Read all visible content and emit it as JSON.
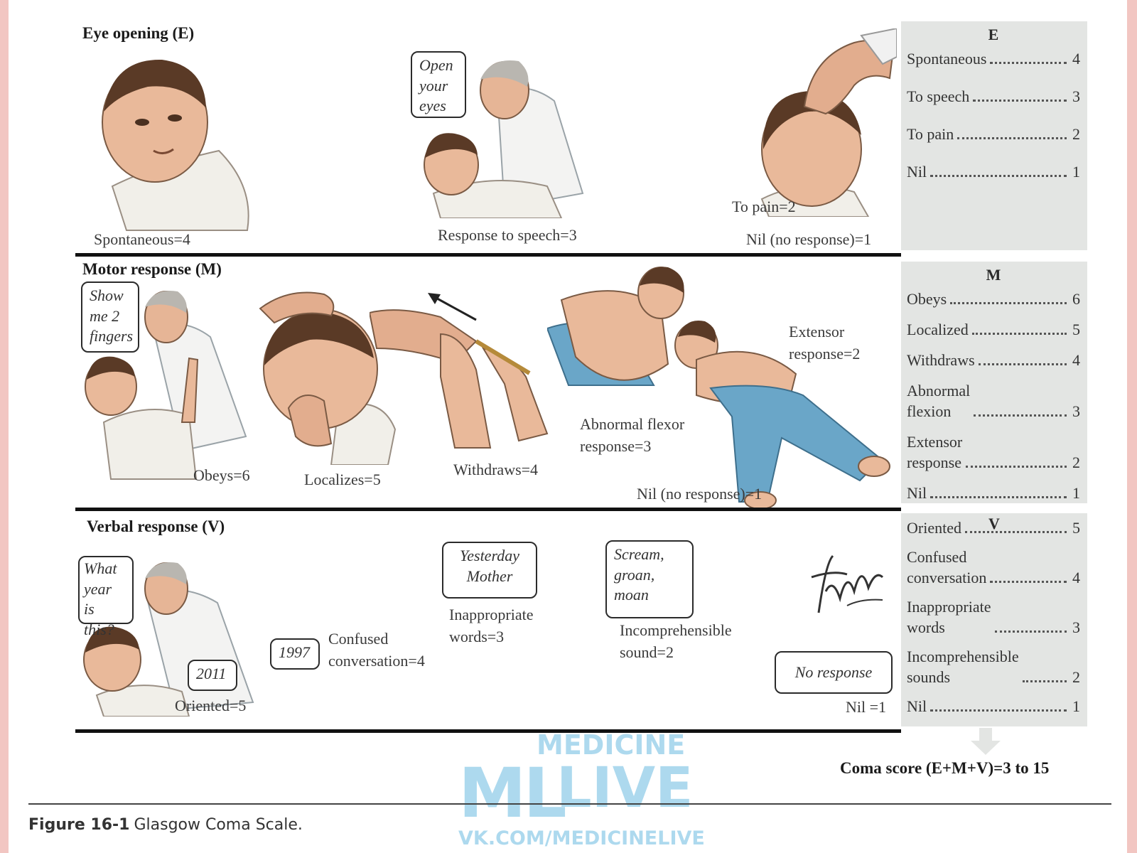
{
  "eye": {
    "title": "Eye opening (E)",
    "captions": {
      "spontaneous": "Spontaneous=4",
      "speech": "Response to speech=3",
      "pain": "To pain=2",
      "nil": "Nil (no response)=1"
    },
    "bubble": [
      "Open",
      "your",
      "eyes"
    ]
  },
  "motor": {
    "title": "Motor response (M)",
    "captions": {
      "obeys": "Obeys=6",
      "localizes": "Localizes=5",
      "withdraws": "Withdraws=4",
      "flexor": "Abnormal flexor response=3",
      "extensor": "Extensor response=2",
      "nil": "Nil (no response)=1"
    },
    "bubble": [
      "Show",
      "me 2",
      "fingers"
    ]
  },
  "verbal": {
    "title": "Verbal response (V)",
    "captions": {
      "oriented": "Oriented=5",
      "confused": "Confused conversation=4",
      "inappropriate": "Inappropriate words=3",
      "incomprehensible": "Incomprehensible sound=2",
      "nil": "Nil =1"
    },
    "bubbles": {
      "question": [
        "What",
        "year",
        "is this?"
      ],
      "answer_oriented": "2011",
      "answer_confused": "1997",
      "inappropriate": [
        "Yesterday",
        "Mother"
      ],
      "incomprehensible": [
        "Scream,",
        "groan,",
        "moan"
      ],
      "none": "No response"
    }
  },
  "panel": {
    "E": {
      "heading": "E",
      "rows": [
        {
          "label": "Spontaneous",
          "score": "4"
        },
        {
          "label": "To speech",
          "score": "3"
        },
        {
          "label": "To pain",
          "score": "2"
        },
        {
          "label": "Nil",
          "score": "1"
        }
      ]
    },
    "M": {
      "heading": "M",
      "rows": [
        {
          "label": "Obeys",
          "score": "6"
        },
        {
          "label": "Localized",
          "score": "5"
        },
        {
          "label": "Withdraws",
          "score": "4"
        },
        {
          "label": "Abnormal\nflexion",
          "score": "3"
        },
        {
          "label": "Extensor\nresponse",
          "score": "2"
        },
        {
          "label": "Nil",
          "score": "1"
        }
      ]
    },
    "V": {
      "heading": "V",
      "rows": [
        {
          "label": "Oriented",
          "score": "5"
        },
        {
          "label": "Confused\nconversation",
          "score": "4"
        },
        {
          "label": "Inappropriate\nwords",
          "score": "3"
        },
        {
          "label": "Incomprehensible\nsounds",
          "score": "2"
        },
        {
          "label": "Nil",
          "score": "1"
        }
      ]
    }
  },
  "coma_score": "Coma score (E+M+V)=3 to 15",
  "figure": {
    "number": "Figure 16-1",
    "title": "Glasgow Coma Scale."
  },
  "signature": "F. Netter M.D.",
  "watermark": {
    "line1": "MEDICINE",
    "logo": "ML",
    "line2": "LIVE",
    "url": "VK.COM/MEDICINELIVE"
  },
  "colors": {
    "panel_bg": "#e3e5e3",
    "frame": "#f2c6c2",
    "skin": "#e9b99a",
    "pants": "#6aa6c8",
    "watermark": "#9fd3ec"
  }
}
